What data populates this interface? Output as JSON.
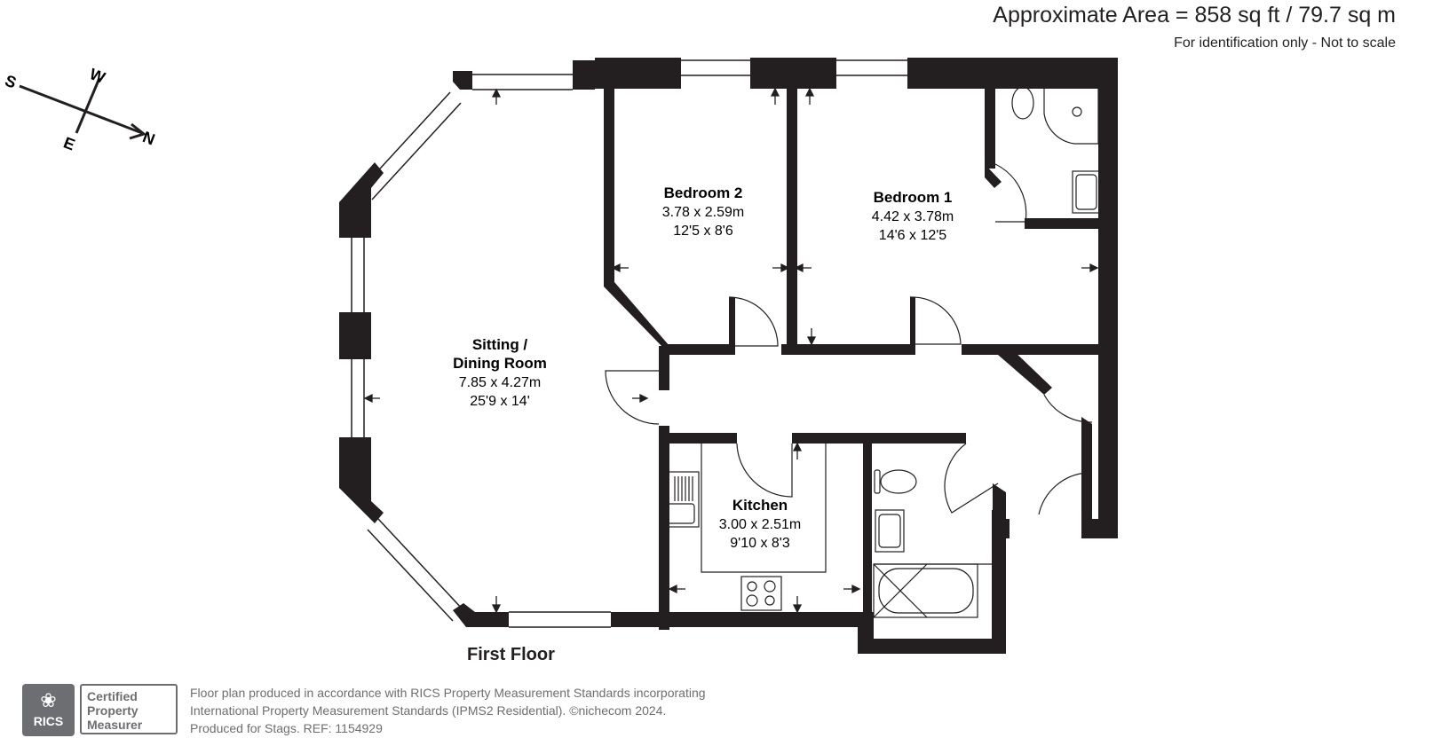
{
  "header": {
    "area": "Approximate Area = 858 sq ft / 79.7 sq m",
    "note": "For identification only - Not to scale"
  },
  "compass": {
    "north": "N",
    "south": "S",
    "east": "E",
    "west": "W"
  },
  "rooms": {
    "sitting": {
      "name_line1": "Sitting /",
      "name_line2": "Dining Room",
      "metric": "7.85 x 4.27m",
      "imperial": "25'9 x 14'"
    },
    "bedroom2": {
      "name": "Bedroom 2",
      "metric": "3.78 x 2.59m",
      "imperial": "12'5 x 8'6"
    },
    "bedroom1": {
      "name": "Bedroom 1",
      "metric": "4.42 x 3.78m",
      "imperial": "14'6 x 12'5"
    },
    "kitchen": {
      "name": "Kitchen",
      "metric": "3.00 x 2.51m",
      "imperial": "9'10 x 8'3"
    }
  },
  "floor_label": "First Floor",
  "rics": {
    "logo_text": "RICS",
    "cert_line1": "Certified",
    "cert_line2": "Property",
    "cert_line3": "Measurer"
  },
  "footer": {
    "line1": "Floor plan produced in accordance with RICS Property Measurement Standards incorporating",
    "line2": "International Property Measurement Standards (IPMS2 Residential).   ©nichecom 2024.",
    "line3": "Produced for Stags.   REF:  1154929"
  },
  "colors": {
    "wall": "#231f20",
    "gray": "#6d6e71"
  }
}
